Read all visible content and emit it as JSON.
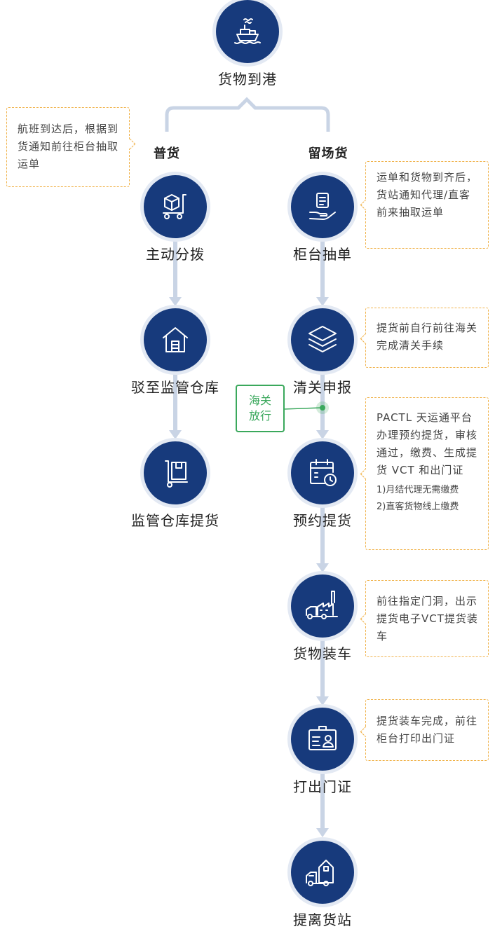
{
  "title": "货物到港",
  "branches": {
    "left": "普货",
    "right": "留场货"
  },
  "left_steps": [
    "主动分拨",
    "驳至监管仓库",
    "监管仓库提货"
  ],
  "right_steps": [
    "柜台抽单",
    "清关申报",
    "预约提货",
    "货物装车",
    "打出门证",
    "提离货站"
  ],
  "notes": {
    "left": "航班到达后，根据到货通知前往柜台抽取运单",
    "counter": "运单和货物到齐后，货站通知代理/直客前来抽取运单",
    "customs": "提货前自行前往海关完成清关手续",
    "booking": "PACTL 天运通平台办理预约提货，审核通过，缴费、生成提货 VCT 和出门证",
    "booking_sub1": "1)月结代理无需缴费",
    "booking_sub2": "2)直客货物线上缴费",
    "loading": "前往指定门洞，出示提货电子VCT提货装车",
    "gatepass": "提货装车完成，前往柜台打印出门证"
  },
  "customs_release": {
    "line1": "海关",
    "line2": "放行"
  },
  "colors": {
    "node": "#173a7c",
    "connector": "#c9d4e5",
    "note_border": "#f0b24a",
    "release": "#3aa85c"
  },
  "icons": {
    "arrival": "cargo-ship-icon",
    "left": [
      "cart-box-icon",
      "house-warehouse-icon",
      "trolley-box-icon"
    ],
    "right": [
      "hand-document-icon",
      "layers-icon",
      "calendar-clock-icon",
      "truck-factory-icon",
      "id-card-icon",
      "truck-warehouse-icon"
    ]
  }
}
